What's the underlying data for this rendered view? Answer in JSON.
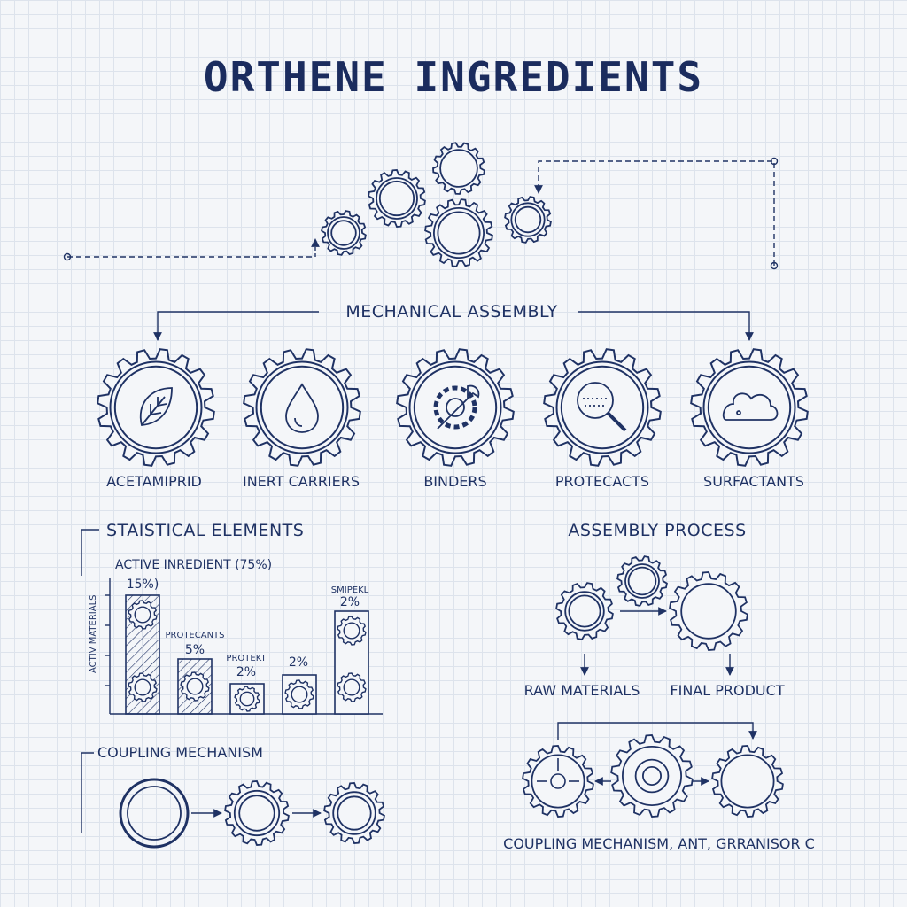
{
  "title": "ORTHENE INGREDIENTS",
  "assembly_heading": "MECHANICAL ASSEMBLY",
  "ingredients": [
    {
      "label": "ACETAMIPRID",
      "icon": "leaf-icon"
    },
    {
      "label": "INERT CARRIERS",
      "icon": "water-drop-icon"
    },
    {
      "label": "BINDERS",
      "icon": "gear-wrench-icon"
    },
    {
      "label": "PROTECACTS",
      "icon": "magnifier-icon"
    },
    {
      "label": "SURFACTANTS",
      "icon": "cloud-icon"
    }
  ],
  "statistical": {
    "heading": "STAISTICAL ELEMENTS",
    "subtitle": "ACTIVE INREDIENT (75%)",
    "axis_label": "ACTIV MATERIALS",
    "bars": [
      {
        "label": "15%)",
        "sublabel": ""
      },
      {
        "label": "5%",
        "sublabel": "PROTECANTS"
      },
      {
        "label": "2%",
        "sublabel": "PROTEKT"
      },
      {
        "label": "2%",
        "sublabel": ""
      },
      {
        "label": "2%",
        "sublabel": "SMIPEKL"
      }
    ]
  },
  "process": {
    "heading": "ASSEMBLY PROCESS",
    "raw": "RAW MATERIALS",
    "final": "FINAL PRODUCT"
  },
  "coupling": {
    "heading": "COUPLING MECHANISM",
    "caption": "COUPLING MECHANISM, ANT, GRRANISOR C"
  },
  "colors": {
    "ink": "#1f3264",
    "grid": "#dde3ec",
    "background": "#f4f6f9"
  }
}
